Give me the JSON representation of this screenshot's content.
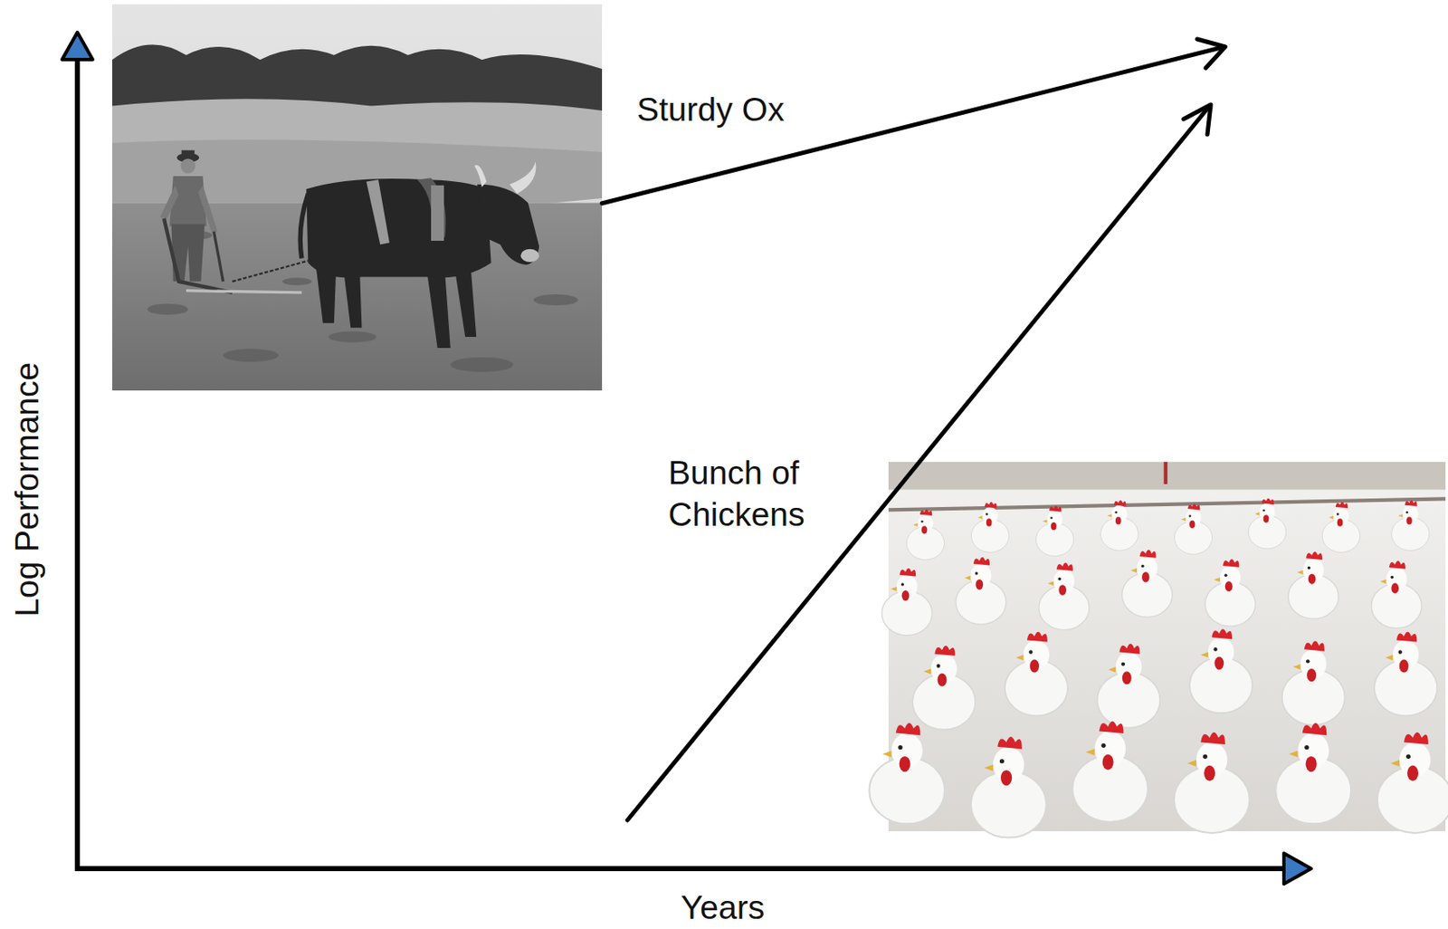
{
  "diagram": {
    "labels": [
      "Sturdy Ox",
      "Bunch of Chickens",
      "Log Performance",
      "Years"
    ]
  }
}
